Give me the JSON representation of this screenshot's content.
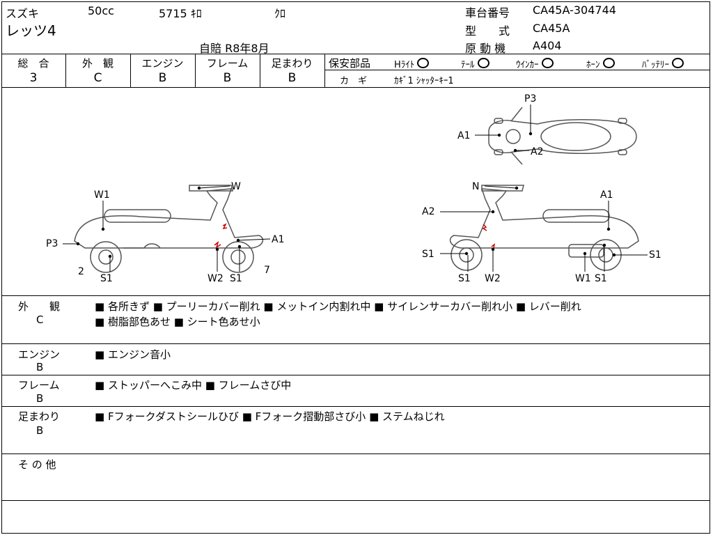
{
  "header": {
    "maker": "スズキ",
    "displacement": "50cc",
    "mileage": "5715 ｷﾛ",
    "color": "ｸﾛ",
    "model_name": "レッツ4",
    "insurance": "自賠 R8年8月",
    "frame_label": "車台番号",
    "frame_value": "CA45A-304744",
    "type_label": "型　　式",
    "type_value": "CA45A",
    "engine_label": "原 動 機",
    "engine_value": "A404"
  },
  "grades": [
    {
      "label": "総　合",
      "value": "3"
    },
    {
      "label": "外　観",
      "value": "C"
    },
    {
      "label": "エンジン",
      "value": "B"
    },
    {
      "label": "フレーム",
      "value": "B"
    },
    {
      "label": "足まわり",
      "value": "B"
    }
  ],
  "safety": {
    "title": "保安部品",
    "items": [
      "Hﾗｲﾄ",
      "ﾃｰﾙ",
      "ｳｲﾝｶｰ",
      "ﾎｰﾝ",
      "ﾊﾞｯﾃﾘｰ"
    ],
    "key_label": "カ　ギ",
    "key_value": "ｶｷﾞ1 ｼｬｯﾀｰｷｰ1"
  },
  "diagram": {
    "left_labels": [
      "W1",
      "W",
      "P3",
      "A1",
      "2",
      "S1",
      "W2",
      "S1",
      "7"
    ],
    "right_labels": [
      "N",
      "A1",
      "A2",
      "S1",
      "S1",
      "S1",
      "W2",
      "W1",
      "S1"
    ],
    "top_labels": [
      "P3",
      "A1",
      "A2"
    ]
  },
  "sections": [
    {
      "title": "外　　観",
      "grade": "C",
      "lines": [
        "■ 各所きず ■ プーリーカバー削れ ■ メットイン内割れ中 ■ サイレンサーカバー削れ小 ■ レバー削れ",
        "■ 樹脂部色あせ ■ シート色あせ小"
      ]
    },
    {
      "title": "エンジン",
      "grade": "B",
      "lines": [
        "■ エンジン音小"
      ]
    },
    {
      "title": "フレーム",
      "grade": "B",
      "lines": [
        "■ ストッパーへこみ中 ■ フレームさび中"
      ]
    },
    {
      "title": "足まわり",
      "grade": "B",
      "lines": [
        "■ Fフォークダストシールひび ■ Fフォーク摺動部さび小 ■ ステムねじれ"
      ]
    },
    {
      "title": "そ の 他",
      "grade": "",
      "lines": []
    }
  ]
}
